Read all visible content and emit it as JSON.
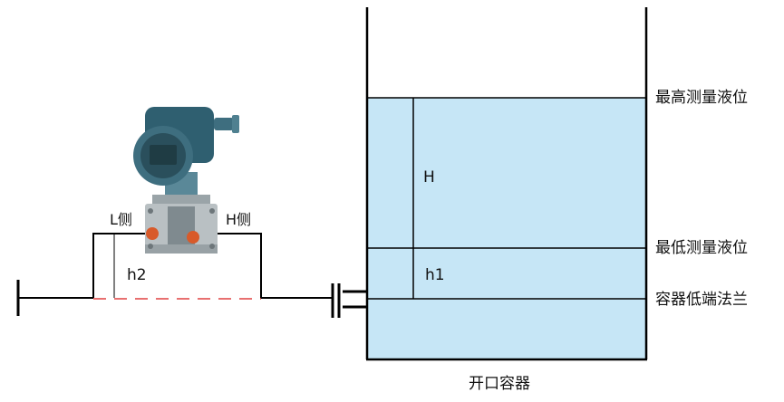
{
  "labels": {
    "low_side": "L侧",
    "high_side": "H侧",
    "range_height": "H",
    "offset_height": "h1",
    "impulse_height": "h2",
    "max_level": "最高测量液位",
    "min_level": "最低测量液位",
    "bottom_flange": "容器低端法兰",
    "vessel": "开口容器"
  },
  "colors": {
    "liquid_fill": "#c6e6f6",
    "line": "#000000",
    "dashed": "#e04040",
    "transmitter_body": "#3e6e7f",
    "flange_orange": "#d85a2a"
  },
  "icons": {
    "transmitter": "differential-pressure-transmitter-icon"
  }
}
